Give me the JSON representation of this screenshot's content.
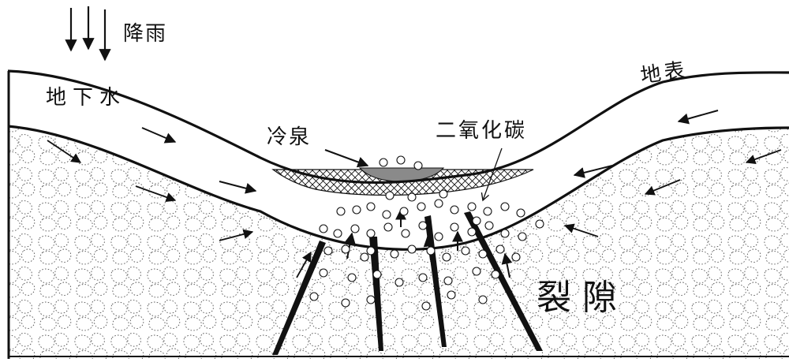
{
  "labels": {
    "rainfall": "降雨",
    "groundwater": "地下水",
    "cold_spring": "冷泉",
    "carbon_dioxide": "二氧化碳",
    "surface": "地表",
    "fissures": "裂隙"
  },
  "colors": {
    "line": "#111111",
    "background": "#ffffff",
    "spring_water": "#8a8a8a",
    "rock_texture": "#555555"
  }
}
